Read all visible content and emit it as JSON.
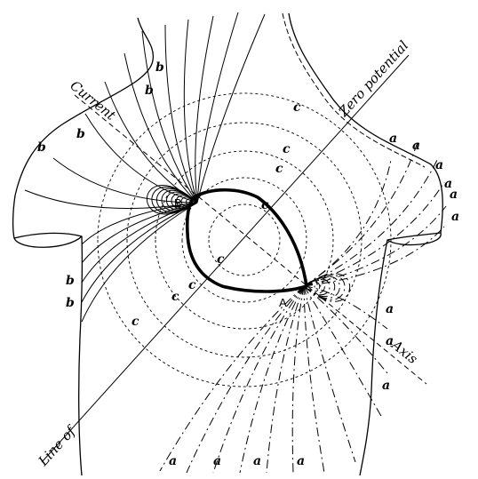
{
  "labels": {
    "current": "Current",
    "zero_potential": "Zero potential",
    "line_of": "Line of",
    "axis": "Axis",
    "point_a": "A",
    "point_b": "B",
    "a": "a",
    "b": "b",
    "c": "c"
  }
}
